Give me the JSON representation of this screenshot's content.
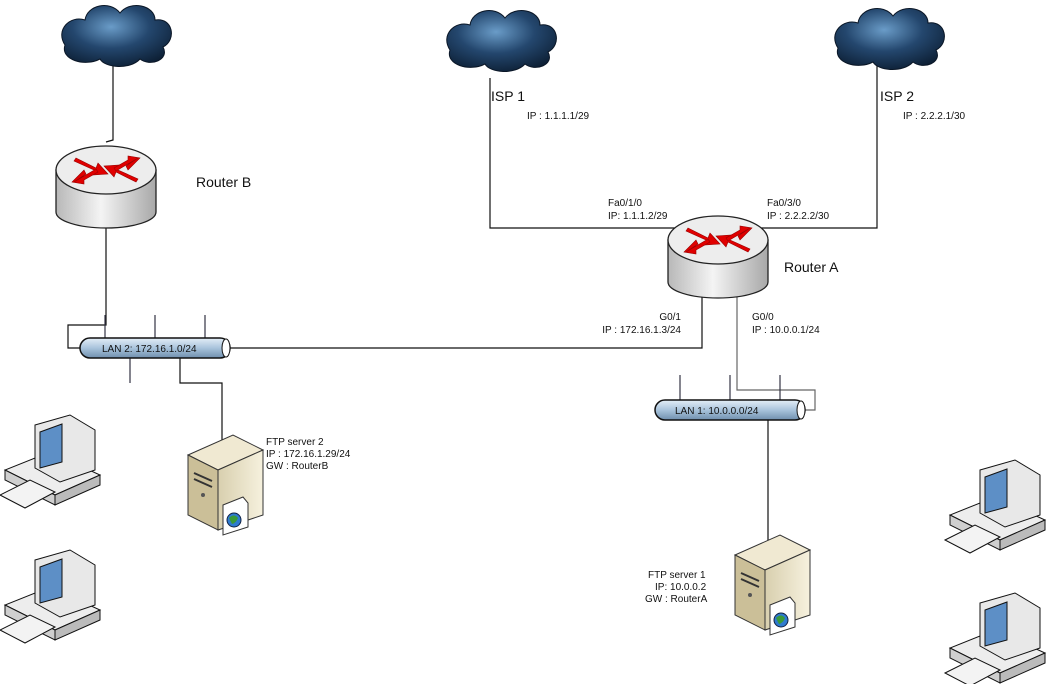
{
  "router_b": {
    "label": "Router B"
  },
  "router_a": {
    "label": "Router A"
  },
  "isp1": {
    "label": "ISP 1",
    "ip": "IP : 1.1.1.1/29"
  },
  "isp2": {
    "label": "ISP 2",
    "ip": "IP : 2.2.2.1/30"
  },
  "router_a_interfaces": {
    "fa010": {
      "name": "Fa0/1/0",
      "ip": "IP: 1.1.1.2/29"
    },
    "fa030": {
      "name": "Fa0/3/0",
      "ip": "IP : 2.2.2.2/30"
    },
    "g01": {
      "name": "G0/1",
      "ip": "IP : 172.16.1.3/24"
    },
    "g00": {
      "name": "G0/0",
      "ip": "IP : 10.0.0.1/24"
    }
  },
  "lan2": {
    "label": "LAN 2: 172.16.1.0/24"
  },
  "lan1": {
    "label": "LAN 1: 10.0.0.0/24"
  },
  "ftp_server_2": {
    "name": "FTP server 2",
    "ip": "IP : 172.16.1.29/24",
    "gw": "GW : RouterB"
  },
  "ftp_server_1": {
    "name": "FTP server 1",
    "ip": "IP: 10.0.0.2",
    "gw": "GW : RouterA"
  },
  "colors": {
    "arrow": "#e00000",
    "pipe": "#a9c4dc",
    "cloud": "#1b3a5c"
  }
}
